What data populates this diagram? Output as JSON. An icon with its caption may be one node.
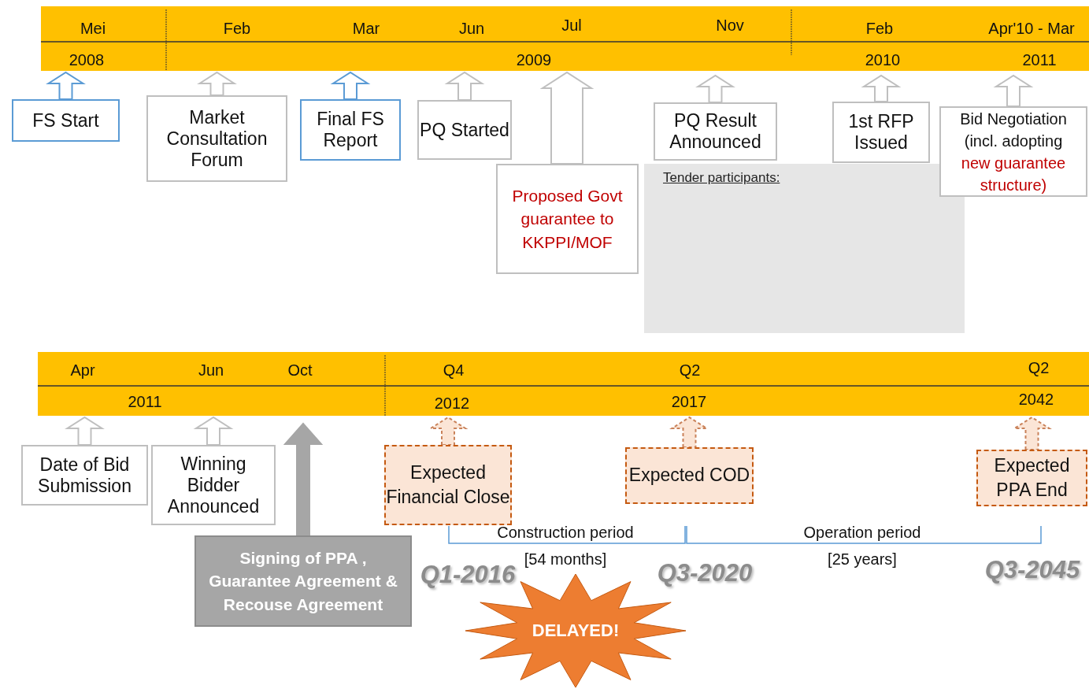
{
  "diagram": {
    "nodes": [
      {
        "text": [
          "FS Start"
        ]
      },
      {
        "text": [
          "Market Consultation Forum"
        ]
      },
      {
        "text": [
          "Final FS Report"
        ]
      },
      {
        "text": [
          "PQ Started"
        ]
      },
      {
        "text": [
          "Proposed Govt guarantee to KKPPI/MOF"
        ]
      },
      {
        "text": [
          "PQ Result Announced"
        ]
      },
      {
        "text": [
          "Tender participants:"
        ]
      },
      {
        "text": [
          "1st RFP Issued"
        ]
      },
      {
        "text": [
          "Bid Negotiation (incl. adopting",
          "new guarantee structure)"
        ]
      },
      {
        "text": [
          "Date of Bid Submission"
        ]
      },
      {
        "text": [
          "Winning Bidder Announced"
        ]
      },
      {
        "text": [
          "Signing of PPA , Guarantee Agreement & Recouse Agreement"
        ]
      },
      {
        "text": [
          "Expected Financial Close"
        ]
      },
      {
        "text": [
          "Expected COD"
        ]
      },
      {
        "text": [
          "Expected PPA End"
        ]
      },
      {
        "text": [
          "DELAYED!"
        ]
      }
    ],
    "edges": [
      {
        "from": 0,
        "to": null,
        "arrow": "to",
        "color": "#5b9bd5"
      },
      {
        "from": 1,
        "to": null,
        "arrow": "to"
      },
      {
        "from": 2,
        "to": null,
        "arrow": "to",
        "color": "#5b9bd5"
      },
      {
        "from": 3,
        "to": null,
        "arrow": "to"
      },
      {
        "from": 4,
        "to": null,
        "arrow": "to"
      },
      {
        "from": 5,
        "to": null,
        "arrow": "to"
      },
      {
        "from": 7,
        "to": null,
        "arrow": "to"
      },
      {
        "from": 8,
        "to": null,
        "arrow": "to"
      },
      {
        "from": 9,
        "to": null,
        "arrow": "to"
      },
      {
        "from": 10,
        "to": null,
        "arrow": "to"
      },
      {
        "from": 11,
        "to": null,
        "arrow": "to",
        "style": "thick",
        "color": "#a6a6a6"
      },
      {
        "from": 12,
        "to": null,
        "arrow": "to",
        "style": "dashed",
        "color": "#c9825a"
      },
      {
        "from": 13,
        "to": null,
        "arrow": "to",
        "style": "dashed",
        "color": "#c9825a"
      },
      {
        "from": 14,
        "to": null,
        "arrow": "to",
        "style": "dashed",
        "color": "#c9825a"
      }
    ],
    "labels": [
      "Mei",
      "Feb",
      "Mar",
      "Jun",
      "Jul",
      "Nov",
      "Feb",
      "Apr'10 - Mar",
      "2008",
      "2009",
      "2010",
      "2011",
      "Apr",
      "Jun",
      "Oct",
      "Q4",
      "Q2",
      "Q2",
      "2011",
      "2012",
      "2017",
      "2042",
      "Construction period",
      "[54 months]",
      "Q1-2016",
      "Operation period",
      "[25 years]",
      "Q3-2020",
      "Q3-2045"
    ]
  }
}
